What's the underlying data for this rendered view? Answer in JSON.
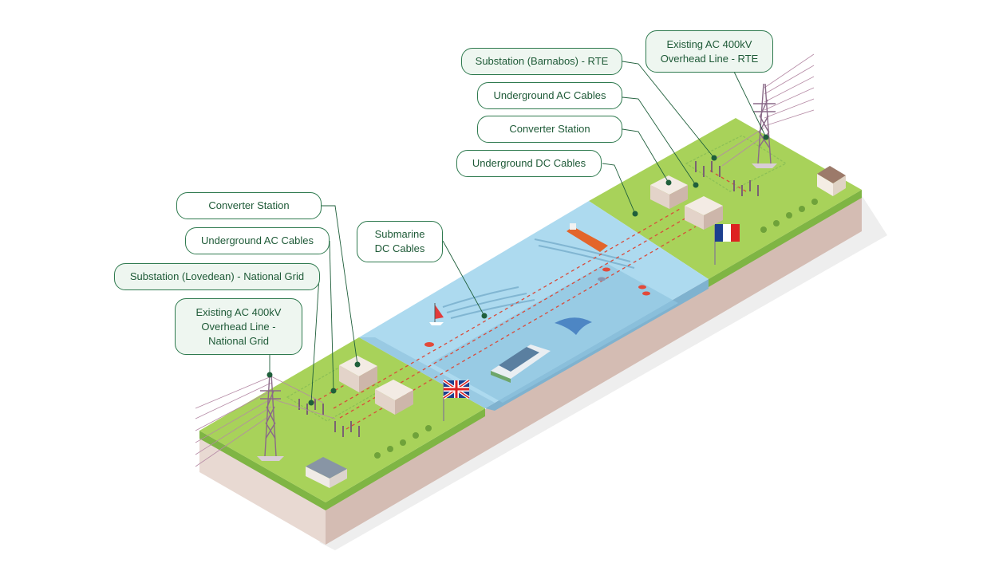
{
  "labels": {
    "uk_converter": "Converter Station",
    "uk_ac_cables": "Underground AC Cables",
    "uk_substation": "Substation (Lovedean) - National Grid",
    "uk_overhead": "Existing AC 400kV Overhead Line - National Grid",
    "submarine": "Submarine DC Cables",
    "fr_substation": "Substation (Barnabos) - RTE",
    "fr_overhead": "Existing AC 400kV Overhead Line - RTE",
    "fr_ac_cables": "Underground AC Cables",
    "fr_converter": "Converter Station",
    "fr_dc_cables": "Underground DC Cables"
  },
  "flags": {
    "left": "uk-flag",
    "right": "france-flag"
  },
  "colors": {
    "accent_green": "#2f7a4f",
    "callout_fill": "#eef6f0",
    "callout_text": "#1e5a37",
    "grass_top": "#a8d25a",
    "grass_side": "#7cb342",
    "soil": "#e6d6cf",
    "soil_dark": "#cdb3aa",
    "sea": "#a9d8ee",
    "sea_deep": "#8fc4e0",
    "cable_red": "#d94b3a",
    "pylon": "#8a6a88",
    "building": "#efe4dc"
  }
}
